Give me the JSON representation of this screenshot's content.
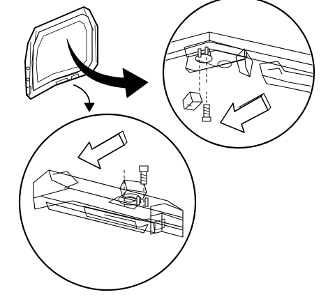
{
  "figure": {
    "background": "#ffffff",
    "ink": "#000000",
    "parts": [
      {
        "id": "window-frame-overview",
        "kind": "window-frame"
      },
      {
        "id": "detail-circle-upper",
        "kind": "magnified-detail",
        "shows": "bracket-and-bolt-removed"
      },
      {
        "id": "detail-circle-lower",
        "kind": "magnified-detail",
        "shows": "bracket-installed-with-bolt"
      }
    ],
    "arrows": [
      {
        "id": "callout-arrow-upper",
        "icon": "curved-arrow-icon",
        "from": "window-frame-overview",
        "to": "detail-circle-upper"
      },
      {
        "id": "callout-arrow-lower",
        "icon": "curved-arrow-icon",
        "from": "window-frame-overview",
        "to": "detail-circle-lower"
      },
      {
        "id": "direction-arrow-upper",
        "icon": "block-arrow-icon",
        "direction": "forward"
      },
      {
        "id": "direction-arrow-lower",
        "icon": "block-arrow-icon",
        "direction": "forward"
      }
    ]
  }
}
